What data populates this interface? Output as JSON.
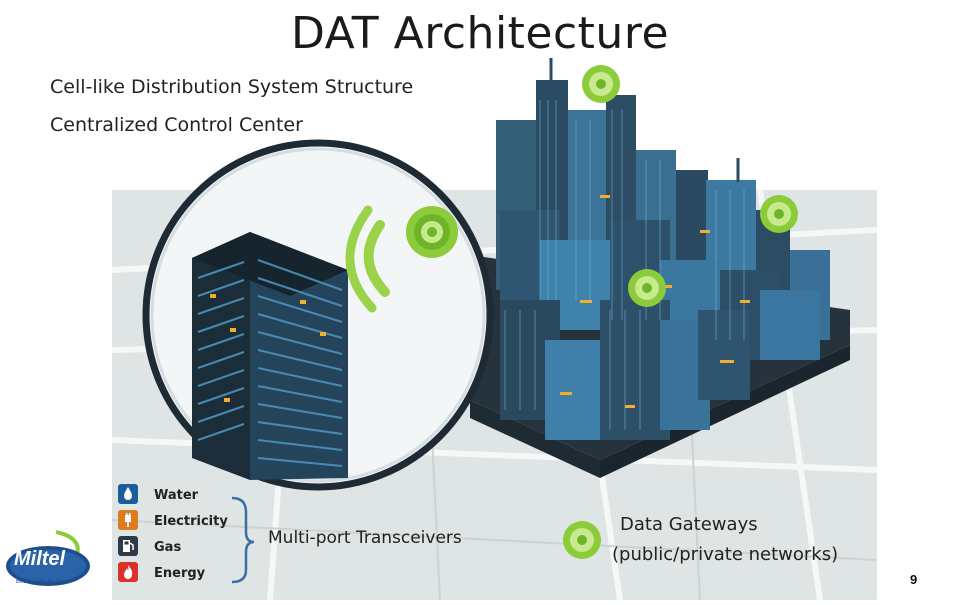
{
  "slide": {
    "title": "DAT Architecture",
    "bullets": [
      "Cell-like Distribution System Structure",
      "Centralized Control Center"
    ],
    "utilities": [
      "Water",
      "Electricity",
      "Gas",
      "Energy"
    ],
    "utility_icons": [
      "water-drop-icon",
      "plug-icon",
      "gas-pump-icon",
      "flame-icon"
    ],
    "transceivers_label": "Multi-port Transceivers",
    "gateways_label": "Data Gateways",
    "gateways_sublabel": "(public/private networks)",
    "page_number": "9",
    "logo": {
      "name": "Miltel",
      "tagline": "Better Data by Far..."
    },
    "colors": {
      "signal_green": "#8ccc3a",
      "building_dark": "#1d3344",
      "building_blue": "#3b7fa6"
    }
  }
}
